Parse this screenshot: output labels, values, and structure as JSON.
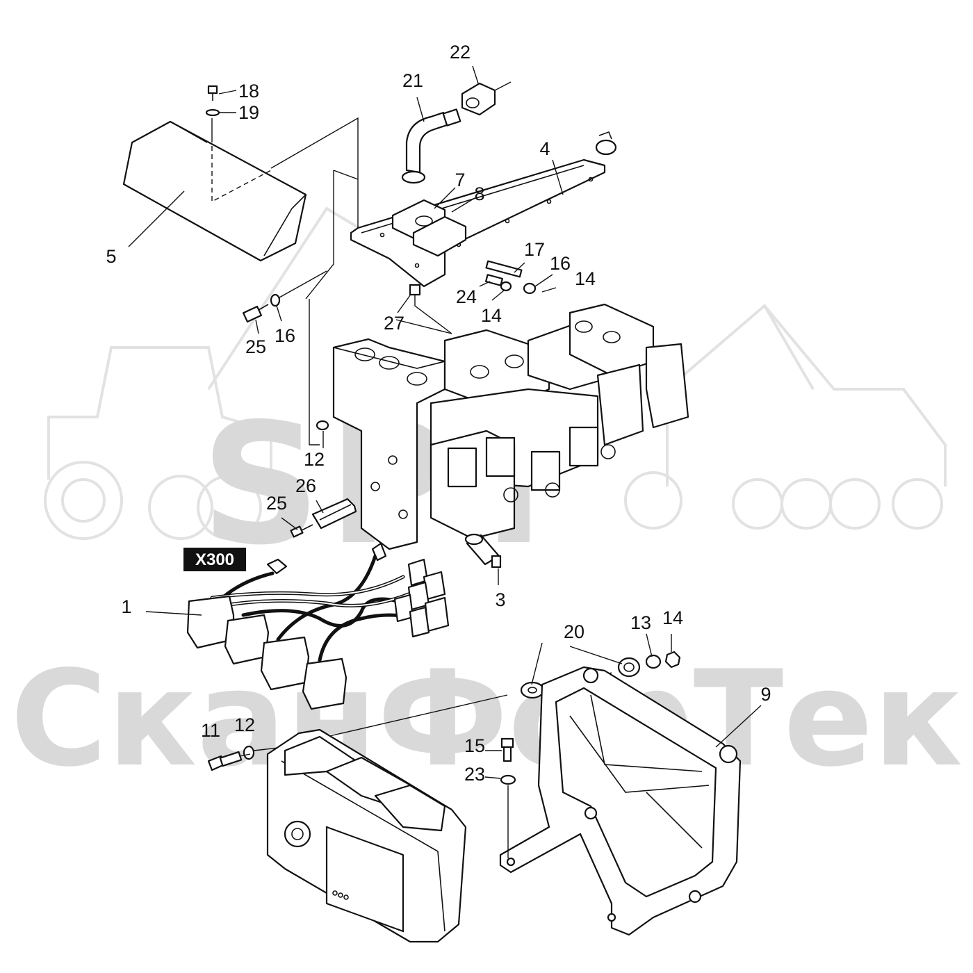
{
  "watermark": {
    "top": "SPT",
    "bottom": "СканФорТек"
  },
  "connector_tag": {
    "label": "X300"
  },
  "callouts": [
    "1",
    "3",
    "4",
    "5",
    "7",
    "8",
    "9",
    "11",
    "12",
    "12",
    "13",
    "14",
    "14",
    "14",
    "15",
    "16",
    "16",
    "17",
    "18",
    "19",
    "20",
    "21",
    "22",
    "23",
    "24",
    "25",
    "25",
    "26",
    "27"
  ],
  "colors": {
    "line": "#111111",
    "watermark": "#d9d9d9",
    "tag_bg": "#111111",
    "tag_text": "#ffffff"
  }
}
